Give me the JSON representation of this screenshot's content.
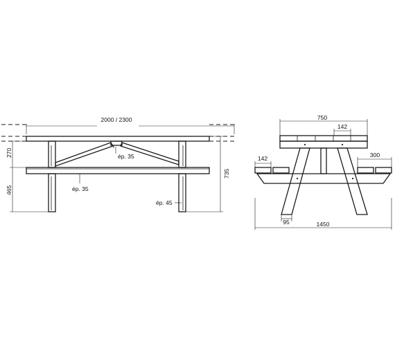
{
  "side_view": {
    "length_label": "2000 / 2300",
    "height_table_label": "270",
    "height_bench_label": "465",
    "total_height_label": "735",
    "brace_thickness_label": "ép. 35",
    "bench_thickness_label": "ép. 35",
    "leg_thickness_label": "ép. 45"
  },
  "end_view": {
    "top_width_label": "750",
    "board_width_label": "142",
    "bench_board_label": "142",
    "bench_width_label": "300",
    "leg_width_label": "95",
    "total_width_label": "1450"
  }
}
